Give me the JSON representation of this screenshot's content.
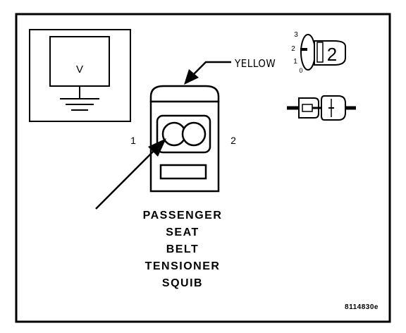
{
  "meter": {
    "symbol": "V"
  },
  "connector": {
    "color_label": "YELLOW",
    "pin_left": "1",
    "pin_right": "2",
    "title_lines": [
      "PASSENGER",
      "SEAT",
      "BELT",
      "TENSIONER",
      "SQUIB"
    ]
  },
  "icon": {
    "scale_top": "3",
    "scale_mid": "2",
    "scale_low": "1",
    "scale_zero": "0",
    "badge": "2"
  },
  "figure_id": "8114830e",
  "colors": {
    "ink": "#000000",
    "paper": "#ffffff"
  }
}
